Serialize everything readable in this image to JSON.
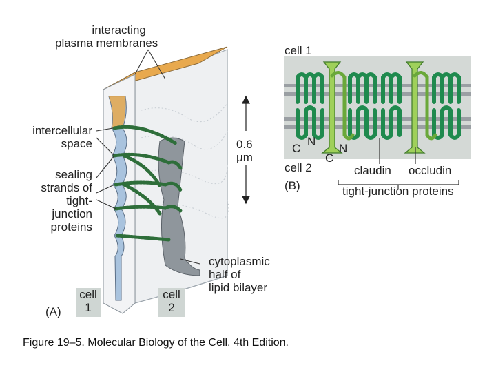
{
  "panel_a": {
    "label_interacting": [
      "interacting",
      "plasma membranes"
    ],
    "label_intercellular": [
      "intercellular",
      "space"
    ],
    "label_sealing": [
      "sealing",
      "strands of",
      "tight-",
      "junction",
      "proteins"
    ],
    "label_scale": [
      "0.6",
      "μm"
    ],
    "label_cytoplasmic": [
      "cytoplasmic",
      "half of",
      "lipid bilayer"
    ],
    "panel_letter": "(A)",
    "cell1": [
      "cell",
      "1"
    ],
    "cell2": [
      "cell",
      "2"
    ]
  },
  "panel_b": {
    "cell1": "cell 1",
    "cell2": "cell 2",
    "panel_letter": "(B)",
    "termini": {
      "c_left": "C",
      "n_left": "N",
      "c_mid": "C",
      "n_mid": "N"
    },
    "claudin": "claudin",
    "occludin": "occludin",
    "group": "tight-junction proteins"
  },
  "caption": "Figure 19–5. Molecular Biology of the Cell, 4th Edition.",
  "colors": {
    "membrane_tan": "#e8a94e",
    "space_blue": "#a9c3de",
    "strand_green": "#2e6e3a",
    "claudin_green": "#1f8a4e",
    "occludin_green": "#9fd05a",
    "panel_b_bg": "#d4d9d6"
  }
}
